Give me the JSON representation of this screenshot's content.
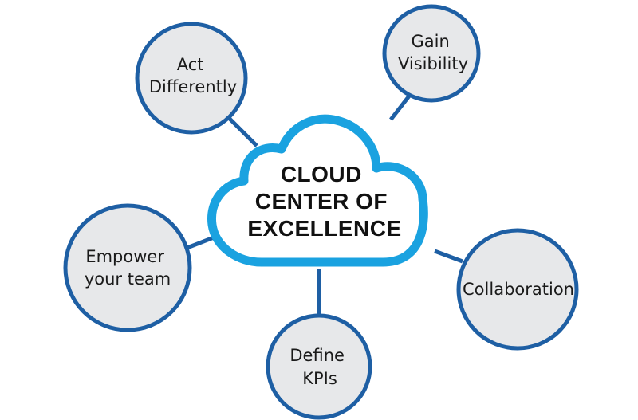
{
  "center": {
    "title_lines": [
      "CLOUD",
      "CENTER OF",
      "EXCELLENCE"
    ]
  },
  "nodes": [
    {
      "id": "act-differently",
      "lines": [
        "Act",
        "Differently"
      ]
    },
    {
      "id": "gain-visibility",
      "lines": [
        "Gain",
        "Visibility"
      ]
    },
    {
      "id": "empower-your-team",
      "lines": [
        "Empower",
        "your team"
      ]
    },
    {
      "id": "collaboration",
      "lines": [
        "Collaboration"
      ]
    },
    {
      "id": "define-kpis",
      "lines": [
        "Define",
        "KPIs"
      ]
    }
  ],
  "colors": {
    "bubble_fill": "#e7e8ea",
    "bubble_stroke": "#1e5fa4",
    "cloud_stroke": "#1aa2e0",
    "text": "#1a1a1a"
  }
}
